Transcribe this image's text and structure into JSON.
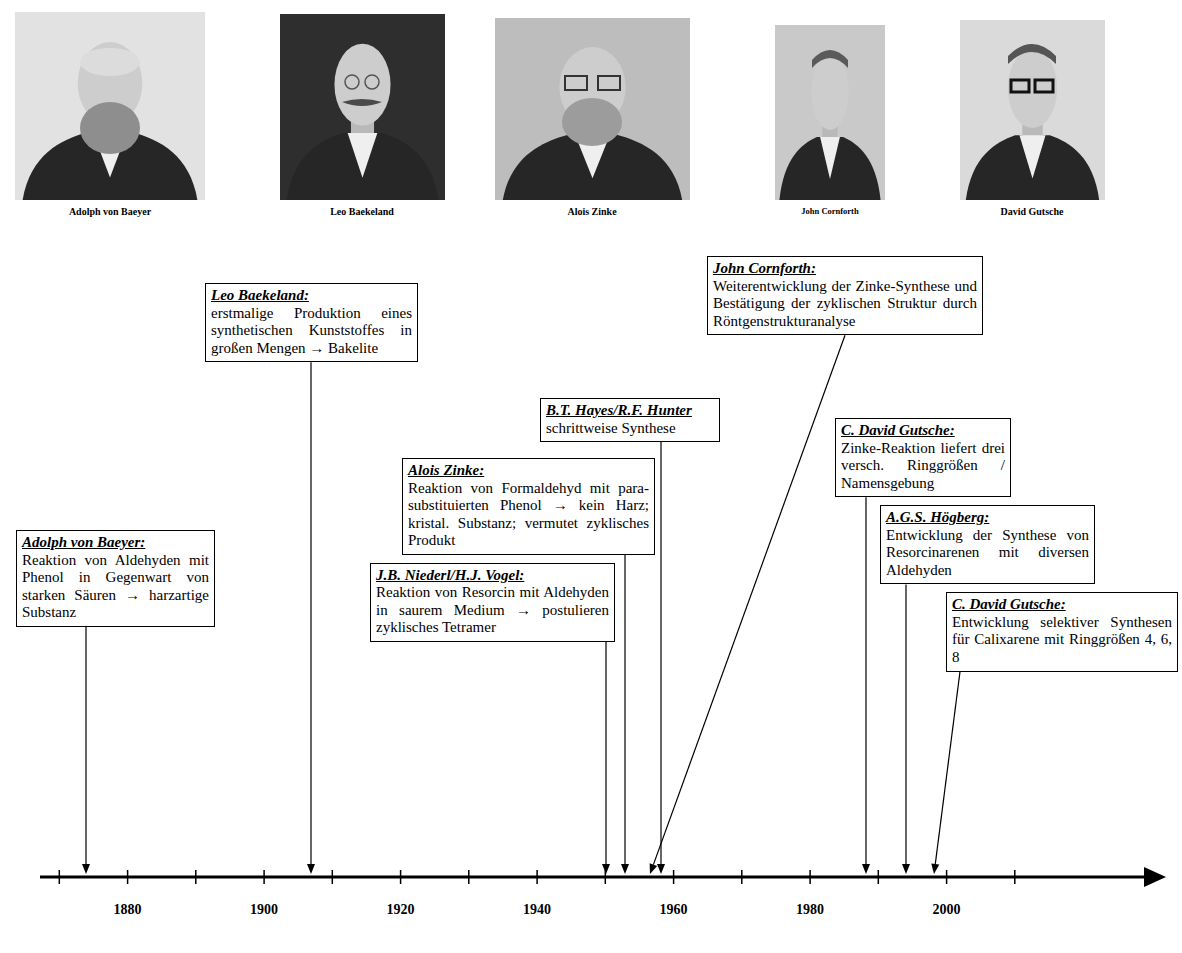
{
  "diagram": {
    "nodes": [
      {
        "text": [
          "Adolph von Baeyer:",
          "Reaktion von Aldehyden mit Phenol in Gegenwart von starken Säuren → harzartige Substanz"
        ]
      },
      {
        "text": [
          "Leo Baekeland:",
          "erstmalige Produktion eines synthetischen Kunststoffes in großen Mengen → Bakelite"
        ]
      },
      {
        "text": [
          "J.B. Niederl/H.J. Vogel:",
          "Reaktion von Resorcin mit Aldehyden in saurem Medium → postulieren zyklisches Tetramer"
        ]
      },
      {
        "text": [
          "Alois Zinke:",
          "Reaktion von Formaldehyd mit para-substituierten Phenol → kein Harz; kristal. Substanz; vermutet zyklisches Produkt"
        ]
      },
      {
        "text": [
          "John Cornforth:",
          "Weiterentwicklung der Zinke-Synthese und Bestätigung der zyklischen Struktur durch Röntgenstrukturanalyse"
        ]
      },
      {
        "text": [
          "B.T. Hayes/R.F. Hunter",
          "schrittweise Synthese"
        ]
      },
      {
        "text": [
          "C. David Gutsche:",
          "Zinke-Reaktion liefert drei versch. Ringgrößen / Namensgebung"
        ]
      },
      {
        "text": [
          "A.G.S. Högberg:",
          "Entwicklung der Synthese von Resorcinarenen mit diversen Aldehyden"
        ]
      },
      {
        "text": [
          "C. David Gutsche:",
          "Entwicklung selektiver Synthesen für Calixarene mit Ringgrößen 4, 6, 8"
        ]
      }
    ],
    "labels": [
      "Adolph von Baeyer",
      "Leo Baekeland",
      "Alois Zinke",
      "John Cornforth",
      "David Gutsche",
      "1880",
      "1900",
      "1920",
      "1940",
      "1960",
      "1980",
      "2000"
    ]
  }
}
